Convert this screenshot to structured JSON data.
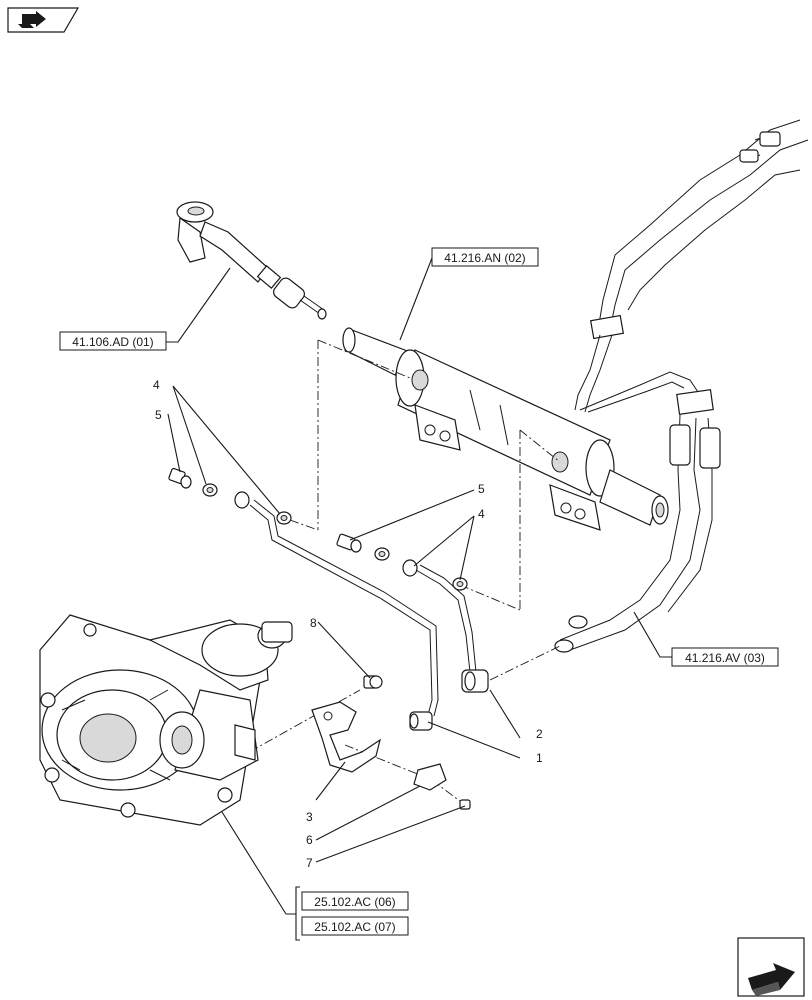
{
  "diagram": {
    "references": {
      "r41_106_AD_01": "41.106.AD (01)",
      "r41_216_AN_02": "41.216.AN (02)",
      "r41_216_AV_03": "41.216.AV (03)",
      "r25_102_AC_06": "25.102.AC (06)",
      "r25_102_AC_07": "25.102.AC (07)"
    },
    "callouts": {
      "c1": "1",
      "c2": "2",
      "c3": "3",
      "c4a": "4",
      "c4b": "4",
      "c5a": "5",
      "c5b": "5",
      "c6": "6",
      "c7": "7",
      "c8": "8"
    },
    "icons": {
      "top_left": "book-arrow-icon",
      "bottom_right": "next-page-arrow-icon"
    }
  }
}
